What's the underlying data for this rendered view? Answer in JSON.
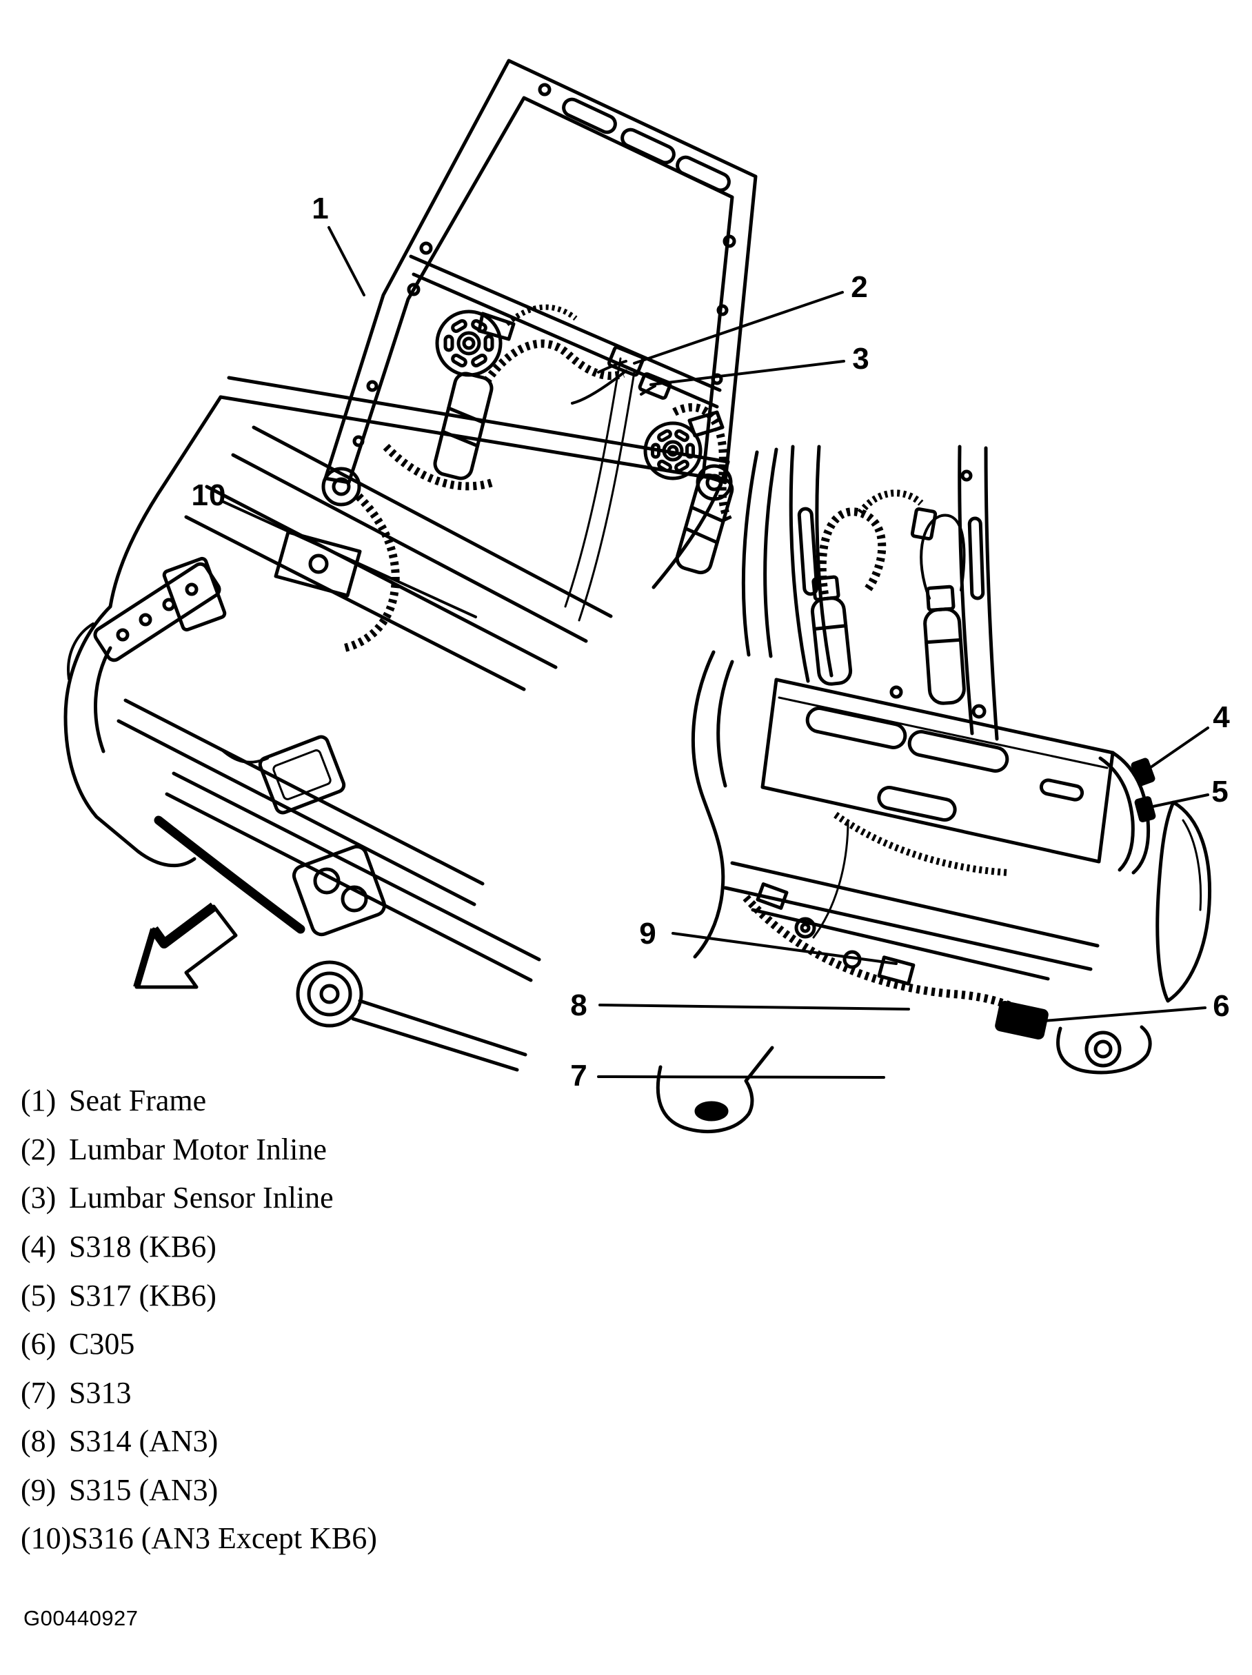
{
  "figure": {
    "document_code": "G00440927",
    "description": "Power seat frame component location views with numbered callouts",
    "colors": {
      "background": "#ffffff",
      "ink": "#000000"
    }
  },
  "callouts": [
    {
      "n": "1"
    },
    {
      "n": "2"
    },
    {
      "n": "3"
    },
    {
      "n": "4"
    },
    {
      "n": "5"
    },
    {
      "n": "6"
    },
    {
      "n": "7"
    },
    {
      "n": "8"
    },
    {
      "n": "9"
    },
    {
      "n": "10"
    }
  ],
  "legend": {
    "items": [
      {
        "num": "(1)",
        "label": "Seat Frame"
      },
      {
        "num": "(2)",
        "label": "Lumbar Motor Inline"
      },
      {
        "num": "(3)",
        "label": "Lumbar Sensor Inline"
      },
      {
        "num": "(4)",
        "label": "S318 (KB6)"
      },
      {
        "num": "(5)",
        "label": "S317 (KB6)"
      },
      {
        "num": "(6)",
        "label": "C305"
      },
      {
        "num": "(7)",
        "label": "S313"
      },
      {
        "num": "(8)",
        "label": "S314 (AN3)"
      },
      {
        "num": "(9)",
        "label": "S315 (AN3)"
      },
      {
        "num": "(10)",
        "label": "S316 (AN3 Except KB6)"
      }
    ]
  }
}
